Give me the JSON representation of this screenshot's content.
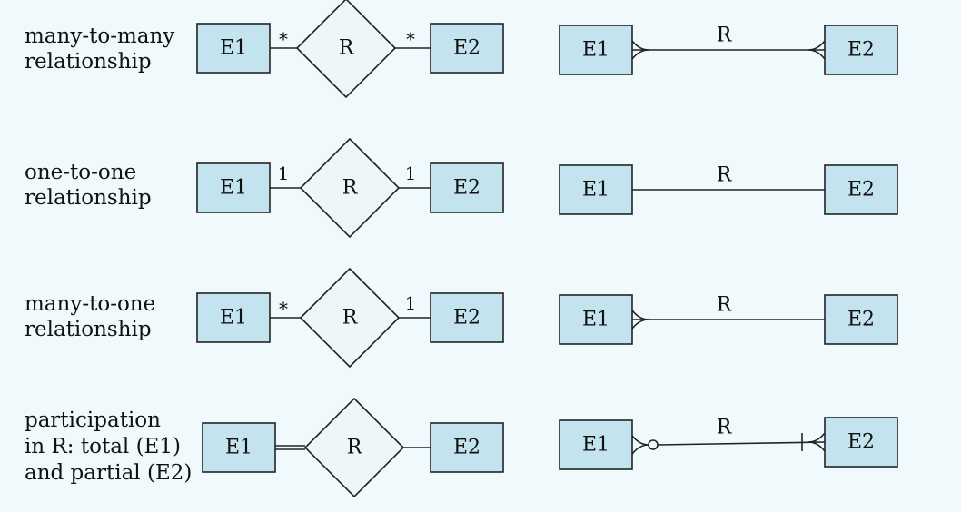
{
  "colors": {
    "background": "#f0f9fc",
    "entity_fill": "#c3e4ef",
    "relationship_fill": "#eef6fa",
    "stroke": "#222222"
  },
  "rows": [
    {
      "label_lines": [
        "many-to-many",
        "relationship"
      ],
      "chen": {
        "entity_left": "E1",
        "relationship": "R",
        "entity_right": "E2",
        "card_left": "*",
        "card_right": "*",
        "left_line": "single"
      },
      "crowfoot": {
        "entity_left": "E1",
        "relationship": "R",
        "entity_right": "E2",
        "end_left": "many",
        "end_right": "many"
      }
    },
    {
      "label_lines": [
        "one-to-one",
        "relationship"
      ],
      "chen": {
        "entity_left": "E1",
        "relationship": "R",
        "entity_right": "E2",
        "card_left": "1",
        "card_right": "1",
        "left_line": "single"
      },
      "crowfoot": {
        "entity_left": "E1",
        "relationship": "R",
        "entity_right": "E2",
        "end_left": "none",
        "end_right": "none"
      }
    },
    {
      "label_lines": [
        "many-to-one",
        "relationship"
      ],
      "chen": {
        "entity_left": "E1",
        "relationship": "R",
        "entity_right": "E2",
        "card_left": "*",
        "card_right": "1",
        "left_line": "single"
      },
      "crowfoot": {
        "entity_left": "E1",
        "relationship": "R",
        "entity_right": "E2",
        "end_left": "many",
        "end_right": "none"
      }
    },
    {
      "label_lines": [
        "participation",
        "in R: total (E1)",
        "and partial (E2)"
      ],
      "chen": {
        "entity_left": "E1",
        "relationship": "R",
        "entity_right": "E2",
        "card_left": "",
        "card_right": "",
        "left_line": "double"
      },
      "crowfoot": {
        "entity_left": "E1",
        "relationship": "R",
        "entity_right": "E2",
        "end_left": "zero-many",
        "end_right": "one-many"
      }
    }
  ]
}
